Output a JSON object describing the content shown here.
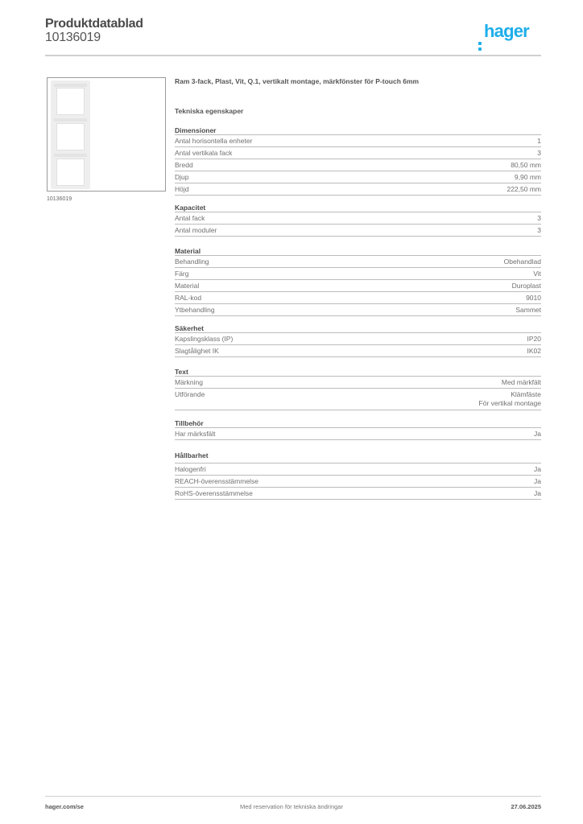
{
  "header": {
    "title": "Produktdatablad",
    "product_number": "10136019",
    "logo_text": "hager",
    "brand_color": "#1eaeea"
  },
  "image": {
    "caption": "10136019"
  },
  "product": {
    "description": "Ram 3-fack, Plast, Vit, Q.1, vertikalt montage, märkfönster för P-touch 6mm",
    "tech_title": "Tekniska egenskaper"
  },
  "sections": [
    {
      "title": "Dimensioner",
      "rows": [
        {
          "label": "Antal horisontella enheter",
          "value": "1"
        },
        {
          "label": "Antal vertikala fack",
          "value": "3"
        },
        {
          "label": "Bredd",
          "value": "80,50 mm"
        },
        {
          "label": "Djup",
          "value": "9,90 mm"
        },
        {
          "label": "Höjd",
          "value": "222,50 mm"
        }
      ]
    },
    {
      "title": "Kapacitet",
      "rows": [
        {
          "label": "Antal fack",
          "value": "3"
        },
        {
          "label": "Antal moduler",
          "value": "3"
        }
      ]
    },
    {
      "title": "Material",
      "rows": [
        {
          "label": "Behandling",
          "value": "Obehandlad"
        },
        {
          "label": "Färg",
          "value": "Vit"
        },
        {
          "label": "Material",
          "value": "Duroplast"
        },
        {
          "label": "RAL-kod",
          "value": "9010"
        },
        {
          "label": "Ytbehandling",
          "value": "Sammet"
        }
      ]
    },
    {
      "title": "Säkerhet",
      "rows": [
        {
          "label": "Kapslingsklass (IP)",
          "value": "IP20"
        },
        {
          "label": "Slagtålighet IK",
          "value": "IK02"
        }
      ]
    },
    {
      "title": "Text",
      "rows": [
        {
          "label": "Märkning",
          "value": "Med märkfält"
        },
        {
          "label": "Utförande",
          "value": "Klämfäste",
          "value2": "För vertikal montage"
        }
      ]
    },
    {
      "title": "Tillbehör",
      "rows": [
        {
          "label": "Har märksfält",
          "value": "Ja"
        }
      ]
    },
    {
      "title": "Hållbarhet",
      "rows": [
        {
          "label": "Halogenfri",
          "value": "Ja"
        },
        {
          "label": "REACH-överensstämmelse",
          "value": "Ja"
        },
        {
          "label": "RoHS-överensstämmelse",
          "value": "Ja"
        }
      ]
    }
  ],
  "footer": {
    "website": "hager.com/se",
    "disclaimer": "Med reservation för tekniska ändringar",
    "date": "27.06.2025"
  }
}
